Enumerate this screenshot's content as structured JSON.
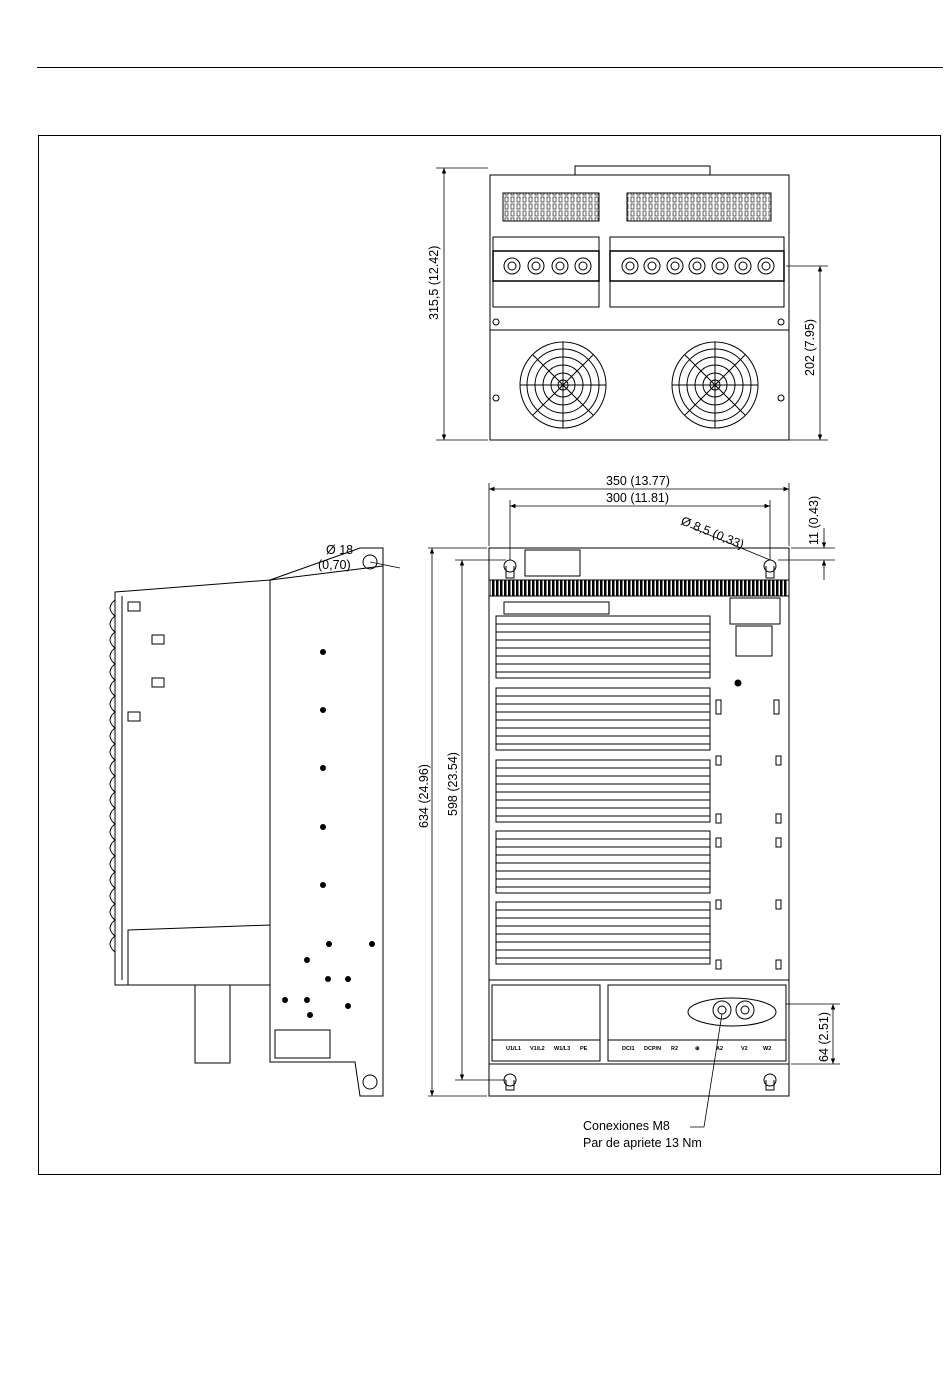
{
  "dimensions": {
    "top_height": "315,5 (12.42)",
    "fan_height": "202 (7.95)",
    "width_total": "350 (13.77)",
    "width_holes": "300 (11.81)",
    "hole_top_offset": "11 (0.43)",
    "hole_small": "Ø 8,5 (0,33)",
    "hole_large_a": "Ø 18",
    "hole_large_b": "(0,70)",
    "height_total": "634 (24.96)",
    "height_holes": "598 (23.54)",
    "terminal_height": "64 (2.51)"
  },
  "note": {
    "line1": "Conexiones M8",
    "line2": "Par de apriete 13 Nm"
  },
  "terminals": [
    "U1/L1",
    "V1/L2",
    "W1/L3",
    "PE",
    "DCI1",
    "DCP/N",
    "R2",
    "⊕",
    "A2",
    "V2",
    "W2"
  ]
}
